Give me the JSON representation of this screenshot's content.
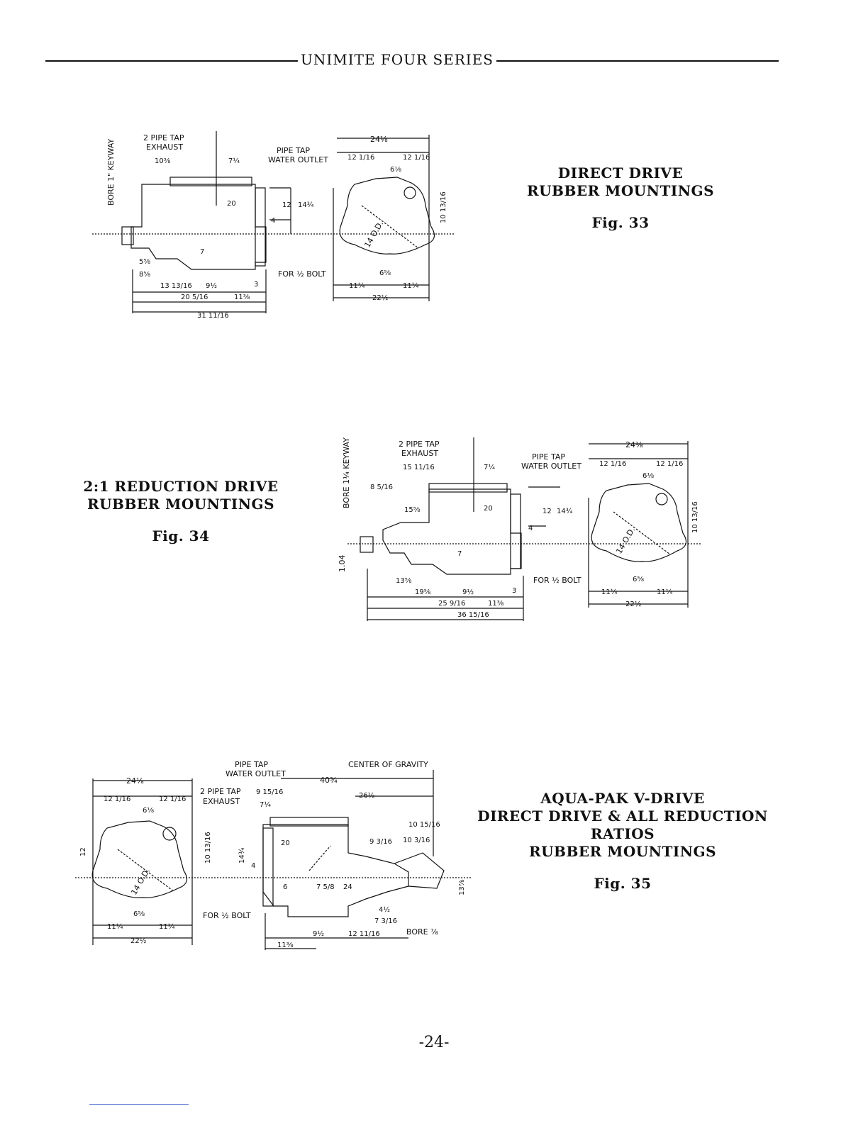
{
  "header": {
    "title": "UNIMITE FOUR SERIES"
  },
  "fig33": {
    "caption_line1": "DIRECT DRIVE",
    "caption_line2": "RUBBER MOUNTINGS",
    "fig_label": "Fig. 33",
    "labels": {
      "pipe_tap_exhaust": "2 PIPE TAP",
      "exhaust": "EXHAUST",
      "half_pipe_tap": "PIPE TAP",
      "water_outlet": "WATER OUTLET",
      "bore_keyway": "BORE 1\" KEYWAY",
      "for_bolt": "FOR ½ BOLT",
      "od": "14 O.D."
    },
    "dims": {
      "d_24_1_8": "24⅛",
      "d_12_1_16_a": "12 1/16",
      "d_12_1_16_b": "12 1/16",
      "d_6_1_8": "6⅛",
      "d_10_3_8": "10⅜",
      "d_7_1_4": "7¼",
      "d_20": "20",
      "d_12": "12",
      "d_14_3_4": "14¾",
      "d_4": "4",
      "d_7": "7",
      "d_9_1_2": "9½",
      "d_3": "3",
      "d_20_5_16": "20 5/16",
      "d_11_3_8": "11⅜",
      "d_31_11_16": "31 11/16",
      "d_13_13_16": "13 13/16",
      "d_8_5_8": "8⅝",
      "d_5_5_8": "5⅝",
      "d_11_1_4_a": "11¼",
      "d_11_1_4_b": "11¼",
      "d_22_1_2": "22½",
      "d_6_5_8": "6⅝",
      "d_10_13_16": "10 13/16"
    }
  },
  "fig34": {
    "caption_line1": "2:1 REDUCTION DRIVE",
    "caption_line2": "RUBBER  MOUNTINGS",
    "fig_label": "Fig. 34",
    "labels": {
      "pipe_tap_exhaust": "2 PIPE TAP",
      "exhaust": "EXHAUST",
      "half_pipe_tap": "PIPE TAP",
      "water_outlet": "WATER OUTLET",
      "bore_keyway": "BORE 1¼ KEYWAY",
      "for_bolt": "FOR ½ BOLT",
      "od": "14 O.D.",
      "d_104": "1.04"
    },
    "dims": {
      "d_24_1_8": "24⅛",
      "d_12_1_16_a": "12 1/16",
      "d_12_1_16_b": "12 1/16",
      "d_6_1_8": "6⅛",
      "d_15_11_16": "15 11/16",
      "d_8_5_16": "8 5/16",
      "d_15_5_8": "15⅝",
      "d_7_1_4": "7¼",
      "d_20": "20",
      "d_12": "12",
      "d_14_3_4": "14¾",
      "d_4": "4",
      "d_7": "7",
      "d_13_5_8": "13⅝",
      "d_19_5_8": "19⅝",
      "d_9_1_2": "9½",
      "d_3": "3",
      "d_25_9_16": "25 9/16",
      "d_11_3_8": "11⅜",
      "d_36_15_16": "36 15/16",
      "d_11_1_4_a": "11¼",
      "d_11_1_4_b": "11¼",
      "d_22_1_2": "22½",
      "d_6_5_8": "6⅝",
      "d_10_13_16": "10 13/16"
    }
  },
  "fig35": {
    "caption_line1": "AQUA-PAK  V-DRIVE",
    "caption_line2": "DIRECT DRIVE & ALL REDUCTION RATIOS",
    "caption_line3": "RUBBER  MOUNTINGS",
    "fig_label": "Fig. 35",
    "labels": {
      "half_pipe_tap": "PIPE TAP",
      "water_outlet": "WATER OUTLET",
      "center_of_gravity": "CENTER OF GRAVITY",
      "pipe_tap_exhaust": "2 PIPE TAP",
      "exhaust": "EXHAUST",
      "for_bolt": "FOR ½ BOLT",
      "bore": "BORE ⅞",
      "od": "14 O.D."
    },
    "dims": {
      "d_24_1_8": "24⅛",
      "d_12_1_16_a": "12 1/16",
      "d_12_1_16_b": "12 1/16",
      "d_6_1_8": "6⅛",
      "d_40_3_4": "40¾",
      "d_9_15_16": "9 15/16",
      "d_7_1_4": "7¼",
      "d_26_1_2": "26½",
      "d_12": "12",
      "d_10_13_16": "10 13/16",
      "d_14_3_4": "14¾",
      "d_20": "20",
      "d_4": "4",
      "d_6": "6",
      "d_7_5_8": "7 5/8",
      "d_24": "24",
      "d_10_15_16": "10 15/16",
      "d_10_3_16": "10 3/16",
      "d_9_3_16": "9 3/16",
      "d_4_1_2": "4½",
      "d_7_3_16": "7 3/16",
      "d_13_7_8": "13⅞",
      "d_9_1_2": "9½",
      "d_12_11_16": "12 11/16",
      "d_11_3_8": "11⅜",
      "d_11_1_4_a": "11¼",
      "d_11_1_4_b": "11¼",
      "d_22_1_2": "22½",
      "d_6_5_8": "6⅝"
    }
  },
  "page_number": "-24-"
}
